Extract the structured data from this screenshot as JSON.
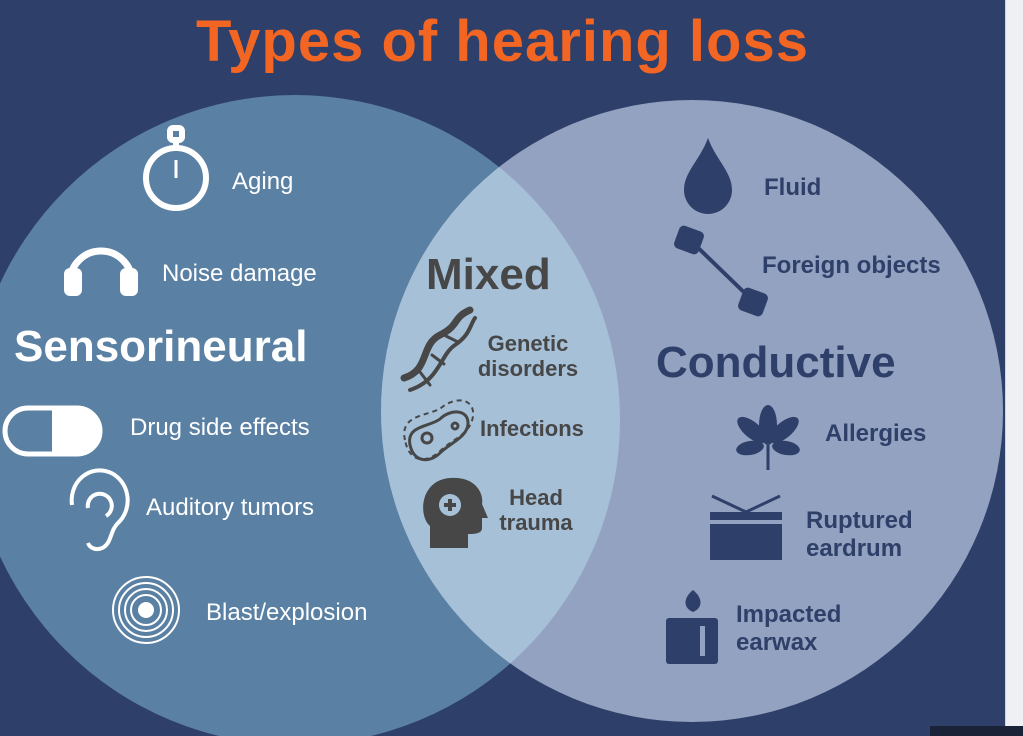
{
  "title": "Types of hearing loss",
  "colors": {
    "background": "#2e3f69",
    "title": "#f26522",
    "sensorineural": "#5a80a3",
    "conductive": "#93a2c0",
    "mixed": "#a6c0d8"
  },
  "sensorineural": {
    "label": "Sensorineural",
    "items": [
      {
        "icon": "stopwatch-icon",
        "label": "Aging"
      },
      {
        "icon": "headphones-icon",
        "label": "Noise damage"
      },
      {
        "icon": "pill-icon",
        "label": "Drug side effects"
      },
      {
        "icon": "ear-icon",
        "label": "Auditory tumors"
      },
      {
        "icon": "blast-icon",
        "label": "Blast/explosion"
      }
    ]
  },
  "mixed": {
    "label": "Mixed",
    "items": [
      {
        "icon": "dna-icon",
        "label": "Genetic disorders"
      },
      {
        "icon": "bacteria-icon",
        "label": "Infections"
      },
      {
        "icon": "head-injury-icon",
        "label": "Head trauma"
      }
    ]
  },
  "conductive": {
    "label": "Conductive",
    "items": [
      {
        "icon": "drop-icon",
        "label": "Fluid"
      },
      {
        "icon": "foreign-object-icon",
        "label": "Foreign objects"
      },
      {
        "icon": "leaf-icon",
        "label": "Allergies"
      },
      {
        "icon": "drum-icon",
        "label": "Ruptured eardrum"
      },
      {
        "icon": "candle-icon",
        "label": "Impacted earwax"
      }
    ]
  }
}
